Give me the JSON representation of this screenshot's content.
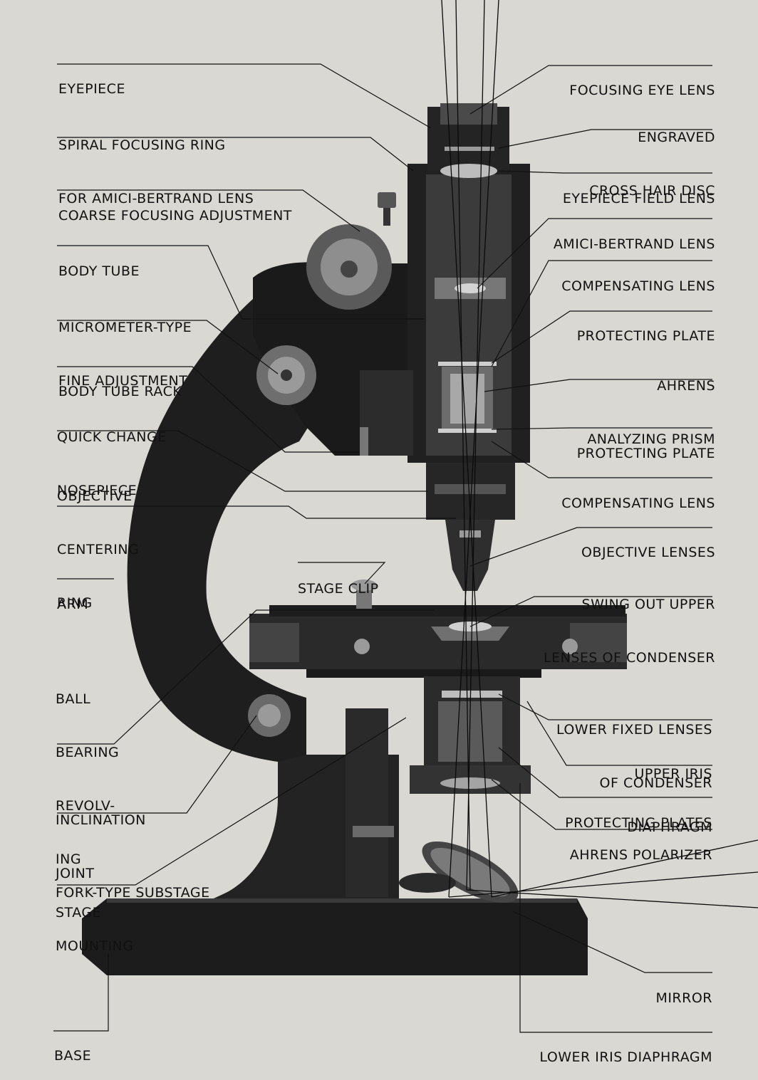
{
  "colors": {
    "background": "#d9d8d3",
    "ink": "#111111",
    "metal_dark": "#1c1c1c",
    "metal_mid": "#3a3a3a",
    "cutaway": "#5a5a5a",
    "highlight": "#bdbdbd"
  },
  "labels": {
    "left": [
      {
        "key": "eyepiece",
        "lines": [
          "EYEPIECE"
        ]
      },
      {
        "key": "spiral-focusing-ring",
        "lines": [
          "SPIRAL FOCUSING RING",
          "FOR AMICI-BERTRAND LENS"
        ]
      },
      {
        "key": "coarse-focusing-adjustment",
        "lines": [
          "COARSE FOCUSING ADJUSTMENT"
        ]
      },
      {
        "key": "body-tube",
        "lines": [
          "BODY TUBE"
        ]
      },
      {
        "key": "micrometer-fine-adjustment",
        "lines": [
          "MICROMETER-TYPE",
          "FINE ADJUSTMENT"
        ]
      },
      {
        "key": "body-tube-rack",
        "lines": [
          "BODY TUBE RACK"
        ]
      },
      {
        "key": "quick-change-nosepiece",
        "lines": [
          "QUICK CHANGE",
          "NOSEPIECE"
        ]
      },
      {
        "key": "objective-centering-ring",
        "lines": [
          "OBJECTIVE",
          "CENTERING",
          "RING"
        ]
      },
      {
        "key": "arm",
        "lines": [
          "ARM"
        ]
      },
      {
        "key": "stage-clip",
        "lines": [
          "STAGE CLIP"
        ]
      },
      {
        "key": "ball-bearing-revolving-stage",
        "lines": [
          "BALL",
          "BEARING",
          "REVOLV-",
          "ING",
          "STAGE"
        ]
      },
      {
        "key": "inclination-joint",
        "lines": [
          "INCLINATION",
          "JOINT"
        ]
      },
      {
        "key": "fork-type-substage-mounting",
        "lines": [
          "FORK-TYPE SUBSTAGE",
          "MOUNTING"
        ]
      },
      {
        "key": "base",
        "lines": [
          "BASE"
        ]
      }
    ],
    "right": [
      {
        "key": "focusing-eye-lens",
        "lines": [
          "FOCUSING EYE LENS"
        ]
      },
      {
        "key": "engraved-cross-hair-disc",
        "lines": [
          "ENGRAVED",
          "CROSS HAIR DISC"
        ]
      },
      {
        "key": "eyepiece-field-lens",
        "lines": [
          "EYEPIECE FIELD LENS"
        ]
      },
      {
        "key": "amici-bertrand-lens",
        "lines": [
          "AMICI-BERTRAND LENS"
        ]
      },
      {
        "key": "compensating-lens-upper",
        "lines": [
          "COMPENSATING LENS"
        ]
      },
      {
        "key": "protecting-plate-upper",
        "lines": [
          "PROTECTING PLATE"
        ]
      },
      {
        "key": "ahrens-analyzing-prism",
        "lines": [
          "AHRENS",
          "ANALYZING PRISM"
        ]
      },
      {
        "key": "protecting-plate-lower",
        "lines": [
          "PROTECTING PLATE"
        ]
      },
      {
        "key": "compensating-lens-lower",
        "lines": [
          "COMPENSATING LENS"
        ]
      },
      {
        "key": "objective-lenses",
        "lines": [
          "OBJECTIVE LENSES"
        ]
      },
      {
        "key": "swing-out-upper-lenses",
        "lines": [
          "SWING OUT UPPER",
          "LENSES OF CONDENSER"
        ]
      },
      {
        "key": "lower-fixed-lenses",
        "lines": [
          "LOWER FIXED LENSES",
          "OF CONDENSER"
        ]
      },
      {
        "key": "upper-iris-diaphragm",
        "lines": [
          "UPPER IRIS",
          "DIAPHRAGM"
        ]
      },
      {
        "key": "protecting-plates",
        "lines": [
          "PROTECTING PLATES"
        ]
      },
      {
        "key": "ahrens-polarizer",
        "lines": [
          "AHRENS POLARIZER"
        ]
      },
      {
        "key": "mirror",
        "lines": [
          "MIRROR"
        ]
      },
      {
        "key": "lower-iris-diaphragm",
        "lines": [
          "LOWER IRIS DIAPHRAGM"
        ]
      }
    ]
  }
}
